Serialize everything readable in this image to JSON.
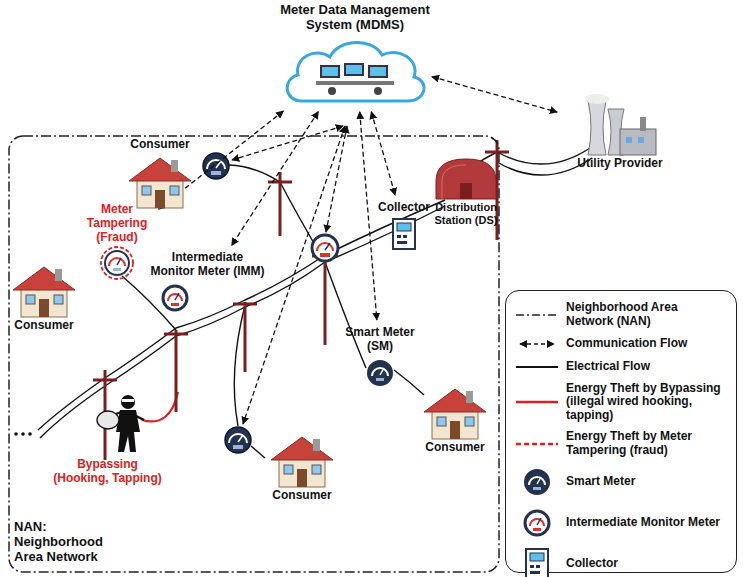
{
  "diagram": {
    "nodes": [
      {
        "text": [
          "Meter Data Management System (MDMS)"
        ]
      },
      {
        "text": [
          "NAN: Neighborhood Area Network"
        ]
      },
      {
        "text": [
          "Consumer"
        ],
        "in": 1
      },
      {
        "text": [
          "Meter Tampering (Fraud)"
        ],
        "in": 1
      },
      {
        "text": [
          "Consumer"
        ],
        "in": 1
      },
      {
        "text": [
          "Collector"
        ],
        "in": 1
      },
      {
        "text": [
          "Distribution Station (DS)"
        ],
        "in": 1
      },
      {
        "text": [
          "Intermediate Monitor Meter (IMM)"
        ],
        "in": 1
      },
      {
        "text": [
          "Smart Meter (SM)"
        ],
        "in": 1
      },
      {
        "text": [
          "Consumer"
        ],
        "in": 1
      },
      {
        "text": [
          "Consumer"
        ],
        "in": 1
      },
      {
        "text": [
          "Utility Provider"
        ]
      }
    ],
    "edges": [
      {
        "from": 0,
        "to": 3,
        "arrow": "both"
      },
      {
        "from": 0,
        "to": 7,
        "arrow": "both"
      },
      {
        "from": 0,
        "to": 5,
        "arrow": "both"
      },
      {
        "from": 0,
        "to": 8,
        "arrow": "both"
      },
      {
        "from": 0,
        "to": 11,
        "arrow": "both"
      }
    ],
    "labels": [
      "Bypassing (Hooking, Tapping)"
    ],
    "legend": [
      {
        "text": "Neighborhood Area Network (NAN)"
      },
      {
        "text": "Communication Flow"
      },
      {
        "text": "Electrical Flow"
      },
      {
        "text": "Energy Theft by Bypassing (illegal wired hooking, tapping)"
      },
      {
        "text": "Energy Theft by Meter Tampering (fraud)"
      },
      {
        "text": "Smart Meter"
      },
      {
        "text": "Intermediate Monitor Meter"
      },
      {
        "text": "Collector"
      }
    ]
  }
}
